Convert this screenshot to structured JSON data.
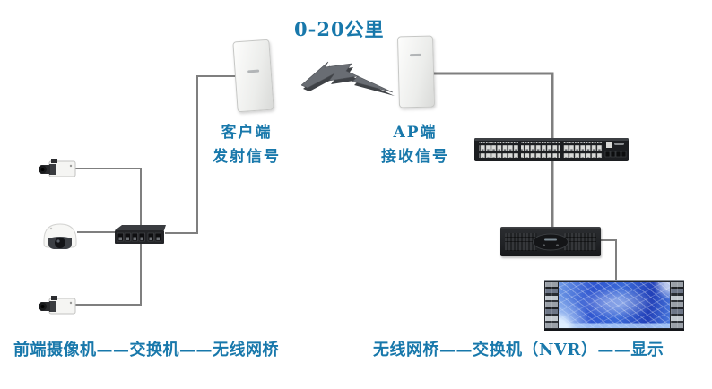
{
  "colors": {
    "accent_text": "#1878ab",
    "connection_line": "#7f7f7f",
    "device_dark": "#1f2124",
    "map_blue": "#2f55cf"
  },
  "labels": {
    "distance": "0-20公里",
    "client_line1": "客户端",
    "client_line2": "发射信号",
    "ap_line1": "AP端",
    "ap_line2": "接收信号",
    "caption_left": "前端摄像机——交换机——无线网桥",
    "caption_right": "无线网桥——交换机（NVR）——显示"
  },
  "icons": {
    "box_camera": "box-camera",
    "dome_camera": "dome-camera",
    "small_switch": "5-port-desktop-switch",
    "wireless_bridge": "outdoor-wireless-bridge-panel",
    "signal_bolt": "lightning-bolt-3d",
    "big_switch": "48-port-rack-switch",
    "nvr": "nvr-recorder",
    "video_wall": "map-video-wall-display"
  }
}
